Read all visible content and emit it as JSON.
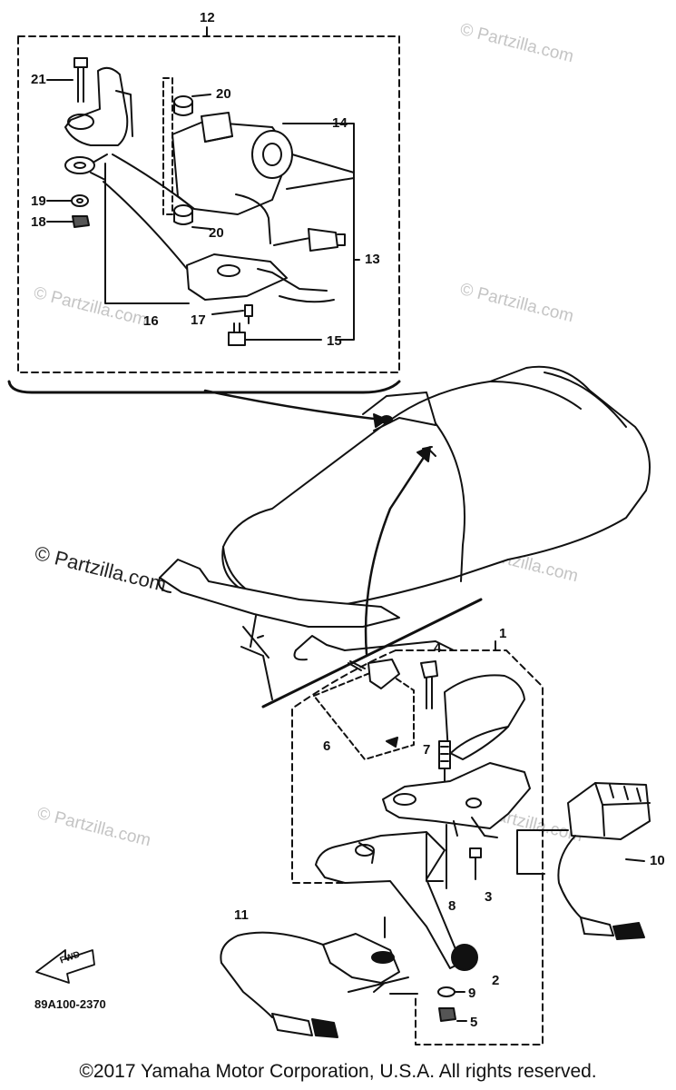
{
  "diagram": {
    "watermarks": [
      "© Partzilla.com",
      "© Partzilla.com",
      "© Partzilla.com",
      "© Partzilla.com",
      "© Partzilla.com",
      "© Partzilla.com",
      "© Partzilla.com"
    ],
    "callouts": {
      "c1": "1",
      "c2": "2",
      "c3": "3",
      "c4": "4",
      "c5": "5",
      "c6": "6",
      "c7": "7",
      "c8": "8",
      "c9": "9",
      "c10": "10",
      "c11": "11",
      "c12": "12",
      "c13": "13",
      "c14": "14",
      "c15": "15",
      "c16": "16",
      "c17": "17",
      "c18": "18",
      "c19": "19",
      "c20a": "20",
      "c20b": "20",
      "c21": "21"
    },
    "find_label": "FWD",
    "diagram_code": "89A100-2370",
    "copyright": "©2017  Yamaha Motor Corporation, U.S.A. All rights reserved."
  }
}
